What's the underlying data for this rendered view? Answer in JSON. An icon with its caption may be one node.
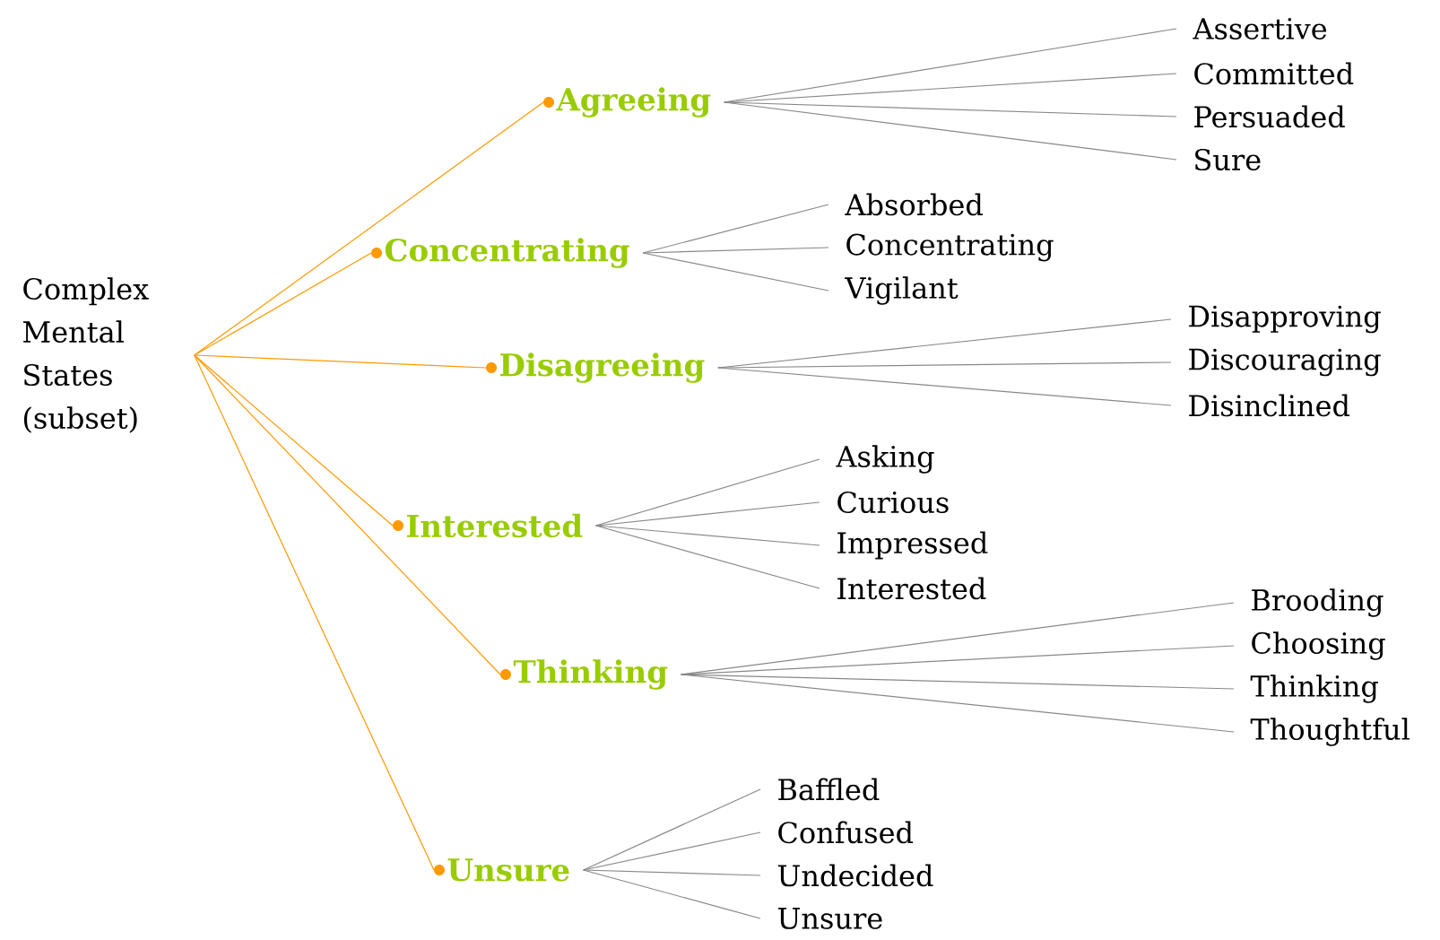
{
  "diagram": {
    "nodes": [
      {
        "text": [
          "Complex Mental States (subset)"
        ]
      },
      {
        "text": [
          "Agreeing"
        ]
      },
      {
        "text": [
          "Assertive"
        ]
      },
      {
        "text": [
          "Committed"
        ]
      },
      {
        "text": [
          "Persuaded"
        ]
      },
      {
        "text": [
          "Sure"
        ]
      },
      {
        "text": [
          "Concentrating"
        ]
      },
      {
        "text": [
          "Absorbed"
        ]
      },
      {
        "text": [
          "Concentrating"
        ]
      },
      {
        "text": [
          "Vigilant"
        ]
      },
      {
        "text": [
          "Disagreeing"
        ]
      },
      {
        "text": [
          "Disapproving"
        ]
      },
      {
        "text": [
          "Discouraging"
        ]
      },
      {
        "text": [
          "Disinclined"
        ]
      },
      {
        "text": [
          "Interested"
        ]
      },
      {
        "text": [
          "Asking"
        ]
      },
      {
        "text": [
          "Curious"
        ]
      },
      {
        "text": [
          "Impressed"
        ]
      },
      {
        "text": [
          "Interested"
        ]
      },
      {
        "text": [
          "Thinking"
        ]
      },
      {
        "text": [
          "Brooding"
        ]
      },
      {
        "text": [
          "Choosing"
        ]
      },
      {
        "text": [
          "Thinking"
        ]
      },
      {
        "text": [
          "Thoughtful"
        ]
      },
      {
        "text": [
          "Unsure"
        ]
      },
      {
        "text": [
          "Baffled"
        ]
      },
      {
        "text": [
          "Confused"
        ]
      },
      {
        "text": [
          "Undecided"
        ]
      },
      {
        "text": [
          "Unsure"
        ]
      }
    ],
    "edges": [
      {
        "from": 0,
        "to": 1,
        "arrow": "none",
        "color": "#ff9900"
      },
      {
        "from": 0,
        "to": 6,
        "arrow": "none",
        "color": "#ff9900"
      },
      {
        "from": 0,
        "to": 10,
        "arrow": "none",
        "color": "#ff9900"
      },
      {
        "from": 0,
        "to": 14,
        "arrow": "none",
        "color": "#ff9900"
      },
      {
        "from": 0,
        "to": 19,
        "arrow": "none",
        "color": "#ff9900"
      },
      {
        "from": 0,
        "to": 24,
        "arrow": "none",
        "color": "#ff9900"
      },
      {
        "from": 1,
        "to": 2,
        "arrow": "none"
      },
      {
        "from": 1,
        "to": 3,
        "arrow": "none"
      },
      {
        "from": 1,
        "to": 4,
        "arrow": "none"
      },
      {
        "from": 1,
        "to": 5,
        "arrow": "none"
      },
      {
        "from": 6,
        "to": 7,
        "arrow": "none"
      },
      {
        "from": 6,
        "to": 8,
        "arrow": "none"
      },
      {
        "from": 6,
        "to": 9,
        "arrow": "none"
      },
      {
        "from": 10,
        "to": 11,
        "arrow": "none"
      },
      {
        "from": 10,
        "to": 12,
        "arrow": "none"
      },
      {
        "from": 10,
        "to": 13,
        "arrow": "none"
      },
      {
        "from": 14,
        "to": 15,
        "arrow": "none"
      },
      {
        "from": 14,
        "to": 16,
        "arrow": "none"
      },
      {
        "from": 14,
        "to": 17,
        "arrow": "none"
      },
      {
        "from": 14,
        "to": 18,
        "arrow": "none"
      },
      {
        "from": 19,
        "to": 20,
        "arrow": "none"
      },
      {
        "from": 19,
        "to": 21,
        "arrow": "none"
      },
      {
        "from": 19,
        "to": 22,
        "arrow": "none"
      },
      {
        "from": 19,
        "to": 23,
        "arrow": "none"
      },
      {
        "from": 24,
        "to": 25,
        "arrow": "none"
      },
      {
        "from": 24,
        "to": 26,
        "arrow": "none"
      },
      {
        "from": 24,
        "to": 27,
        "arrow": "none"
      },
      {
        "from": 24,
        "to": 28,
        "arrow": "none"
      }
    ]
  }
}
